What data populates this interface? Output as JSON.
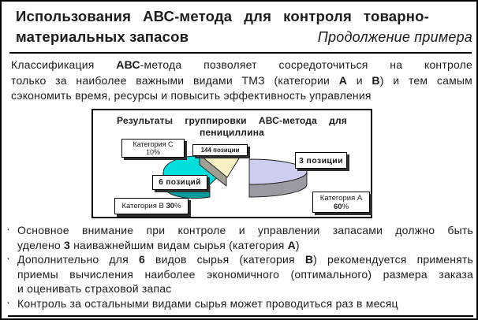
{
  "header": {
    "title_line1": "Использования АВС-метода для контроля товарно-",
    "title_line2": "материальных запасов",
    "subtitle": "Продолжение примера"
  },
  "intro": {
    "line1": {
      "s0": "Классификация ",
      "s1": "АВС",
      "s2": "-метода позволяет сосредоточиться на контроле"
    },
    "line2": {
      "s0": "только за наиболее важными видами ТМЗ (категории ",
      "s1": "А",
      "s2": " и ",
      "s3": "В",
      "s4": ") и тем самым"
    },
    "line3": "сэкономить время, ресурсы и повысить эффективность управления"
  },
  "chart": {
    "title": "Результаты группировки АВС-метода для пенициллина",
    "labels": {
      "cat_c_name": "Категория С",
      "cat_c_pct": "10%",
      "pos_c": "144 позиции",
      "pos_a": "3 позиции",
      "pos_b": "6 позиций",
      "cat_b_name": "Категория В ",
      "cat_b_pct": "30",
      "cat_b_sign": "%",
      "cat_a_name": "Категория А",
      "cat_a_pct": "60",
      "cat_a_sign": "%"
    }
  },
  "chart_data": {
    "type": "pie",
    "style": "3d-exploded",
    "title": "Результаты группировки АВС-метода для пенициллина",
    "slices": [
      {
        "category": "Категория А",
        "percent": 60,
        "items": "3 позиции",
        "color_top": "#cdcdef",
        "color_side": "#9a9aa2"
      },
      {
        "category": "Категория В",
        "percent": 30,
        "items": "6 позиций",
        "color_top": "#00dede",
        "color_side": "#0a9a9a"
      },
      {
        "category": "Категория С",
        "percent": 10,
        "items": "144 позиции",
        "color_top": "#f6f0c4",
        "color_side": "#a0a092"
      }
    ],
    "legend_position": "callout-boxes"
  },
  "bullets": {
    "marker": "·",
    "b1": {
      "l1": "Основное внимание при контроле и управлении запасами должно быть",
      "l2": {
        "s0": "уделено ",
        "s1": "3",
        "s2": " наиважнейшим видам сырья (категория ",
        "s3": "А",
        "s4": ")"
      }
    },
    "b2": {
      "l1": {
        "s0": "Дополнительно для ",
        "s1": "6",
        "s2": " видов сырья (категория ",
        "s3": "В",
        "s4": ") рекомендуется применять"
      },
      "l2": "приемы вычисления наиболее экономичного (оптимального) размера заказа",
      "l3": "и оценивать страховой запас"
    },
    "b3": {
      "l1": "Контроль за остальными видами сырья может проводиться раз в месяц"
    }
  }
}
